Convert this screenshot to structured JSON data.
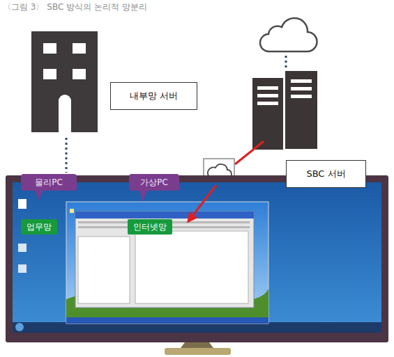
{
  "diagram": {
    "title": "〈그림 3〉 SBC 방식의 논리적 망분리",
    "nodes": [
      {
        "text": [
          "내부망 서버"
        ]
      },
      {
        "text": [
          "SBC 서버"
        ]
      },
      {
        "text": [
          "물리PC"
        ]
      },
      {
        "text": [
          "가상PC"
        ]
      },
      {
        "text": [
          "업무망"
        ]
      },
      {
        "text": [
          "인터넷망"
        ]
      }
    ]
  }
}
